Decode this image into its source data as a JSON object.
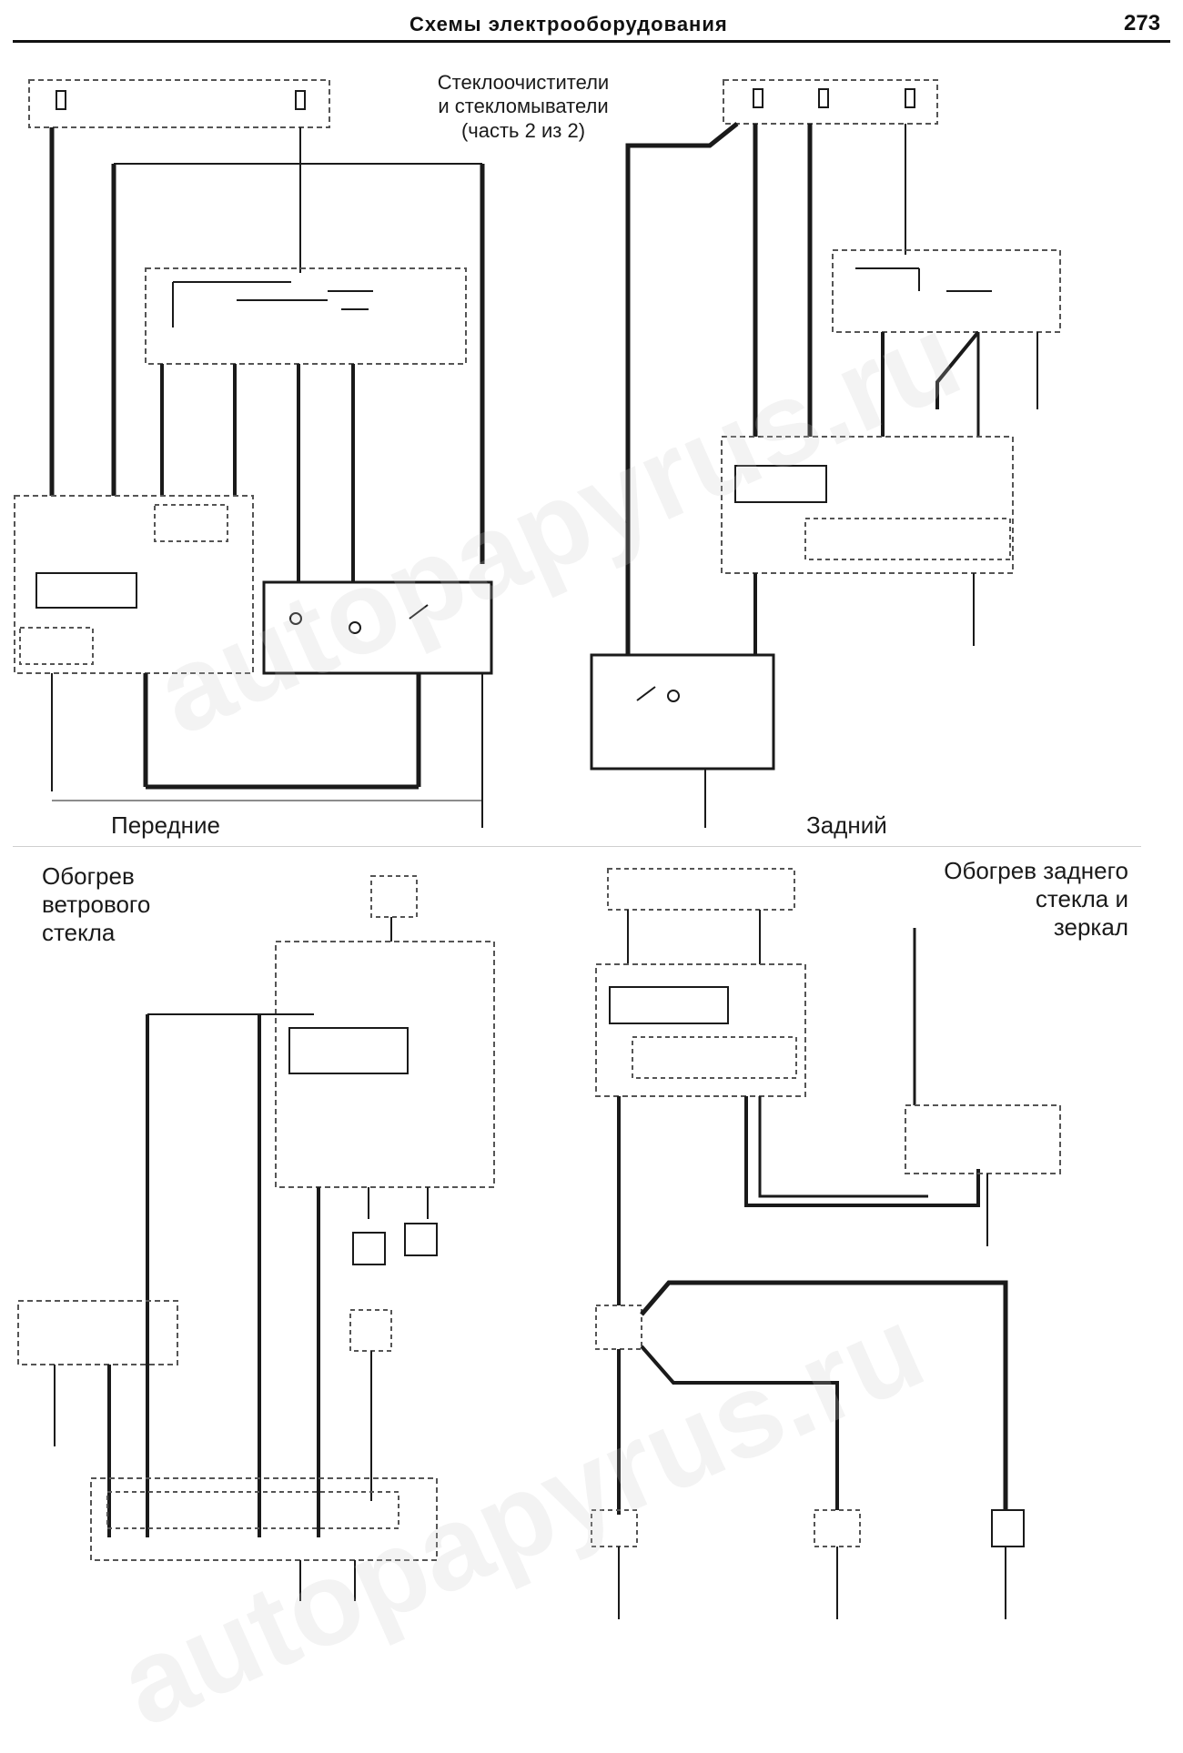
{
  "header": {
    "title": "Схемы электрооборудования",
    "page_number": "273"
  },
  "sections": {
    "wiper_title": [
      "Стеклоочистители",
      "и стекломыватели",
      "(часть 2 из 2)"
    ],
    "front_label": "Передние",
    "rear_label": "Задний",
    "windshield_heat_label": [
      "Обогрев",
      "ветрового",
      "стекла"
    ],
    "rear_glass_heat_label": [
      "Обогрев заднего",
      "стекла и",
      "зеркал"
    ]
  },
  "watermark": "autopapyrus.ru",
  "colors": {
    "line": "#1a1a1a",
    "dashed_box": "#555555",
    "watermark": "#c8c8c8"
  }
}
